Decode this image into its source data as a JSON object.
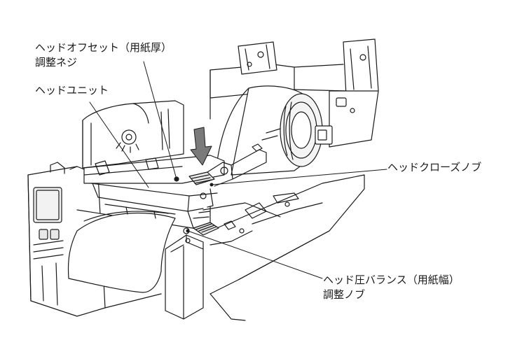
{
  "callouts": {
    "head_offset_line1": "ヘッドオフセット（用紙厚）",
    "head_offset_line2": "調整ネジ",
    "head_unit": "ヘッドユニット",
    "head_close_knob": "ヘッドクローズノブ",
    "head_balance_line1": "ヘッド圧バランス（用紙幅）",
    "head_balance_line2": "調整ノブ"
  },
  "colors": {
    "line": "#1a1a1a",
    "arrow": "#7a7a7a",
    "background": "#ffffff"
  }
}
